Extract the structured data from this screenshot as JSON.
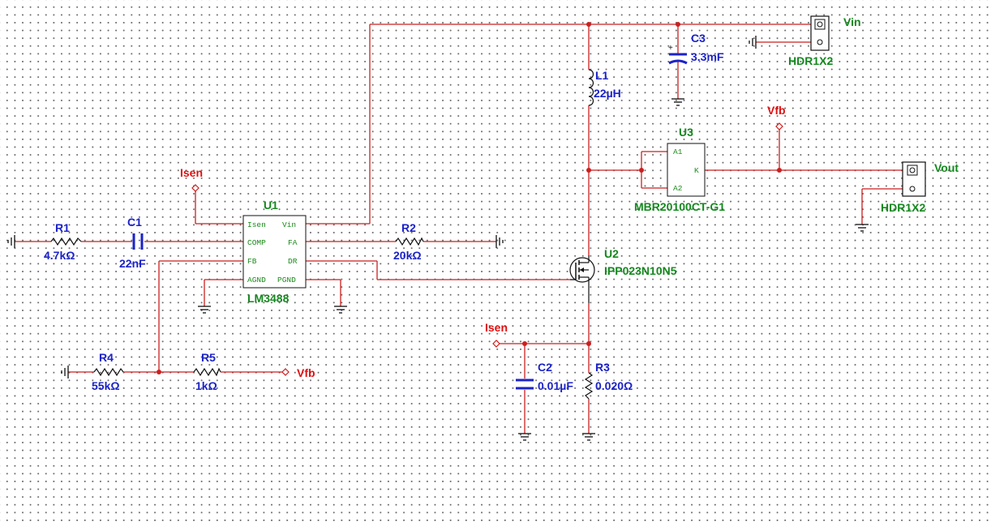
{
  "components": {
    "r1": {
      "ref": "R1",
      "value": "4.7kΩ"
    },
    "c1": {
      "ref": "C1",
      "value": "22nF"
    },
    "r2": {
      "ref": "R2",
      "value": "20kΩ"
    },
    "r4": {
      "ref": "R4",
      "value": "55kΩ"
    },
    "r5": {
      "ref": "R5",
      "value": "1kΩ"
    },
    "l1": {
      "ref": "L1",
      "value": "22µH"
    },
    "c3": {
      "ref": "C3",
      "value": "3.3mF"
    },
    "c2": {
      "ref": "C2",
      "value": "0.01µF"
    },
    "r3": {
      "ref": "R3",
      "value": "0.020Ω"
    },
    "u1": {
      "ref": "U1",
      "part": "LM3488",
      "pins": {
        "isen": "Isen",
        "vin": "Vin",
        "comp": "COMP",
        "fa": "FA",
        "fb": "FB",
        "dr": "DR",
        "agnd": "AGND",
        "pgnd": "PGND"
      }
    },
    "u2": {
      "ref": "U2",
      "part": "IPP023N10N5"
    },
    "u3": {
      "ref": "U3",
      "part": "MBR20100CT-G1",
      "pins": {
        "a1": "A1",
        "a2": "A2",
        "k": "K"
      }
    },
    "j_vin": {
      "label": "Vin",
      "part": "HDR1X2"
    },
    "j_vout": {
      "label": "Vout",
      "part": "HDR1X2"
    }
  },
  "nets": {
    "isen_top": "Isen",
    "isen_bottom": "Isen",
    "vfb_top": "Vfb",
    "vfb_left": "Vfb"
  },
  "colors": {
    "wire": "#cc1f1f",
    "value_label": "#1b22c8",
    "part_label": "#14881e",
    "net_label": "#e01010"
  }
}
